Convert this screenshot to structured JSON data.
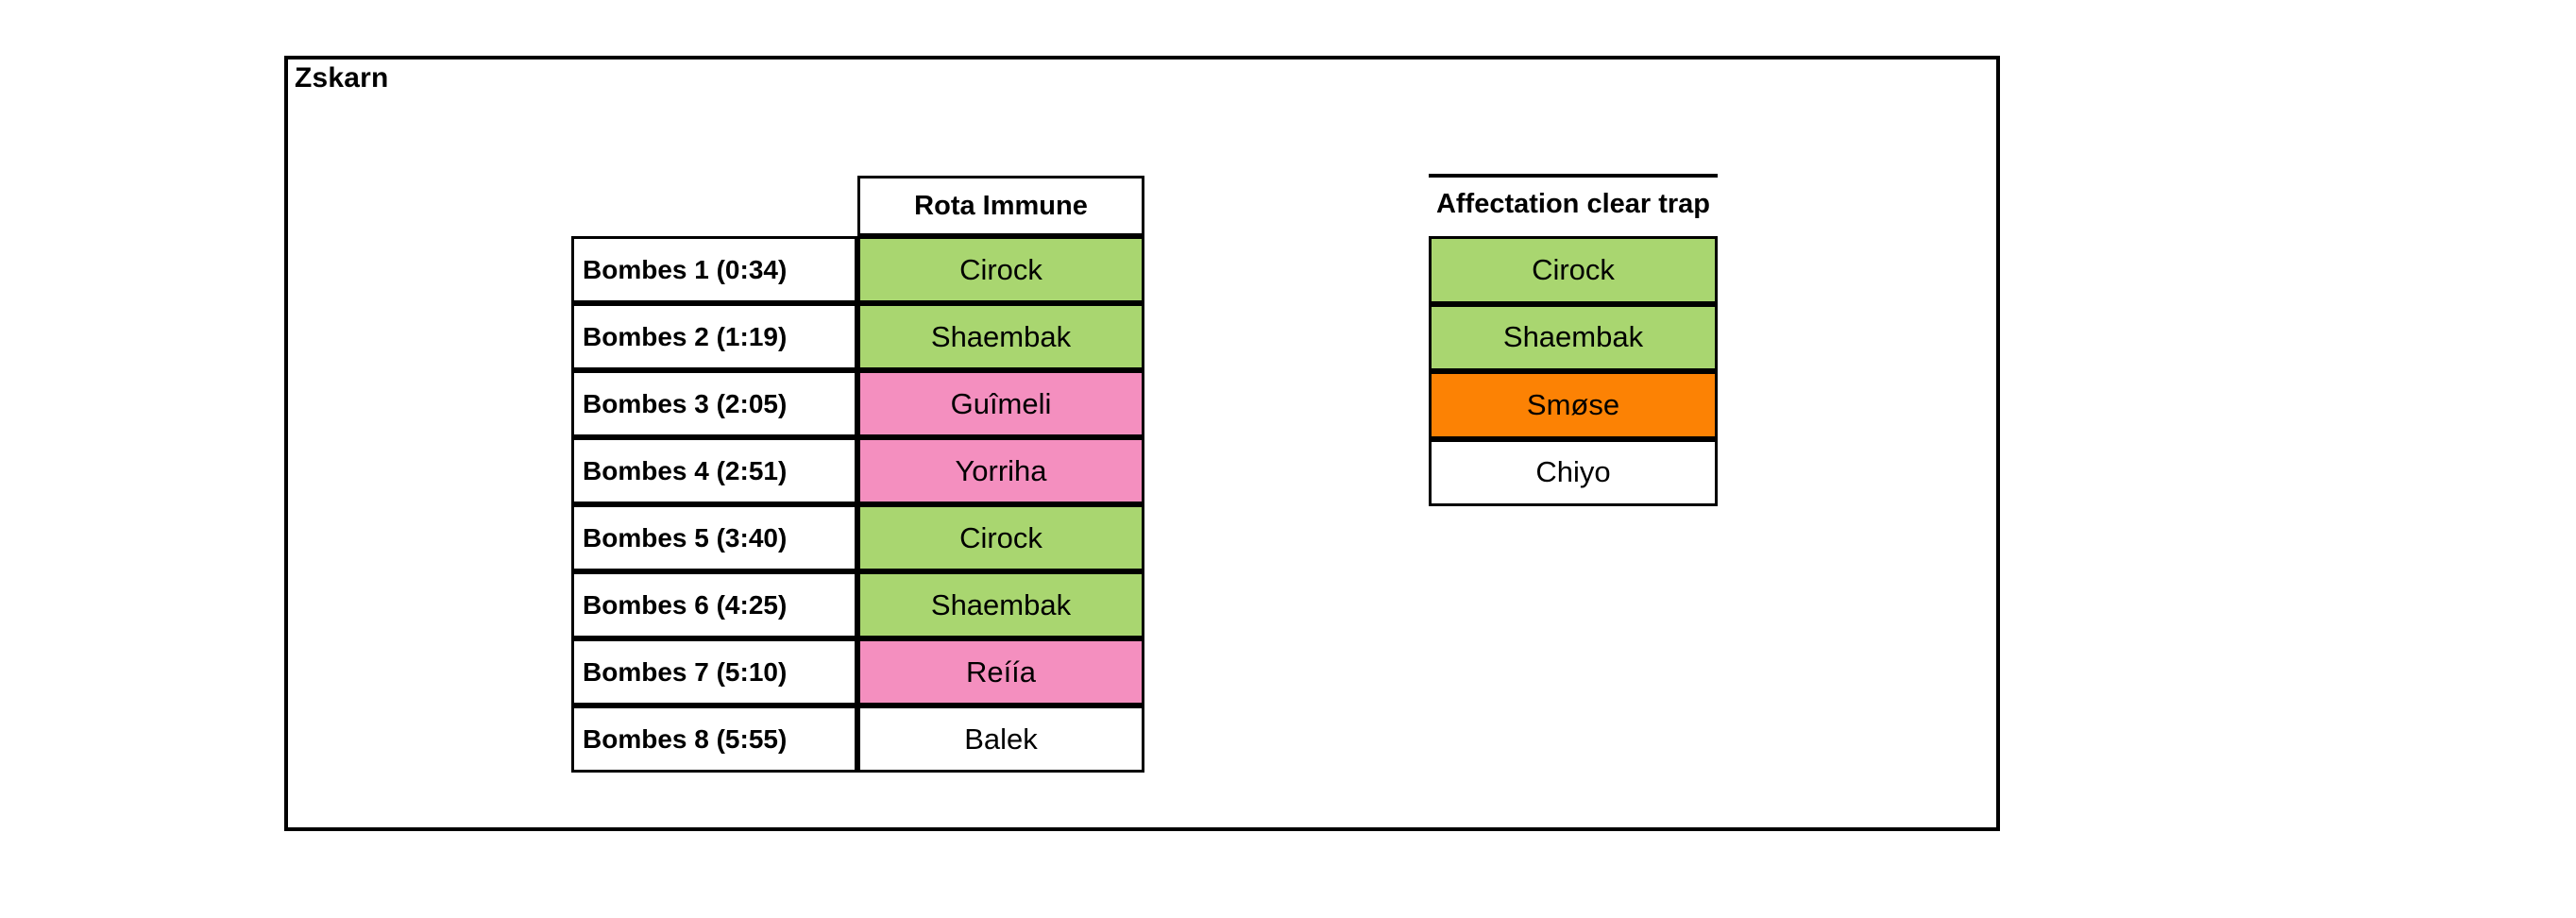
{
  "panel": {
    "title": "Zskarn"
  },
  "colors": {
    "green": "#a9d670",
    "pink": "#f48fbf",
    "orange": "#fc8204",
    "white": "#ffffff",
    "border": "#000000"
  },
  "schedule_table": {
    "header": "Rota Immune",
    "rows": [
      {
        "label": "Bombes 1 (0:34)",
        "value": "Cirock",
        "fill": "green"
      },
      {
        "label": "Bombes 2 (1:19)",
        "value": "Shaembak",
        "fill": "green"
      },
      {
        "label": "Bombes 3 (2:05)",
        "value": "Guîmeli",
        "fill": "pink"
      },
      {
        "label": "Bombes 4 (2:51)",
        "value": "Yorriha",
        "fill": "pink"
      },
      {
        "label": "Bombes 5 (3:40)",
        "value": "Cirock",
        "fill": "green"
      },
      {
        "label": "Bombes 6 (4:25)",
        "value": "Shaembak",
        "fill": "green"
      },
      {
        "label": "Bombes 7 (5:10)",
        "value": "Reíía",
        "fill": "pink"
      },
      {
        "label": "Bombes 8 (5:55)",
        "value": "Balek",
        "fill": "white"
      }
    ]
  },
  "affectation_table": {
    "title": "Affectation clear trap",
    "rows": [
      {
        "value": "Cirock",
        "fill": "green"
      },
      {
        "value": "Shaembak",
        "fill": "green"
      },
      {
        "value": "Smøse",
        "fill": "orange"
      },
      {
        "value": "Chiyo",
        "fill": "white"
      }
    ]
  }
}
